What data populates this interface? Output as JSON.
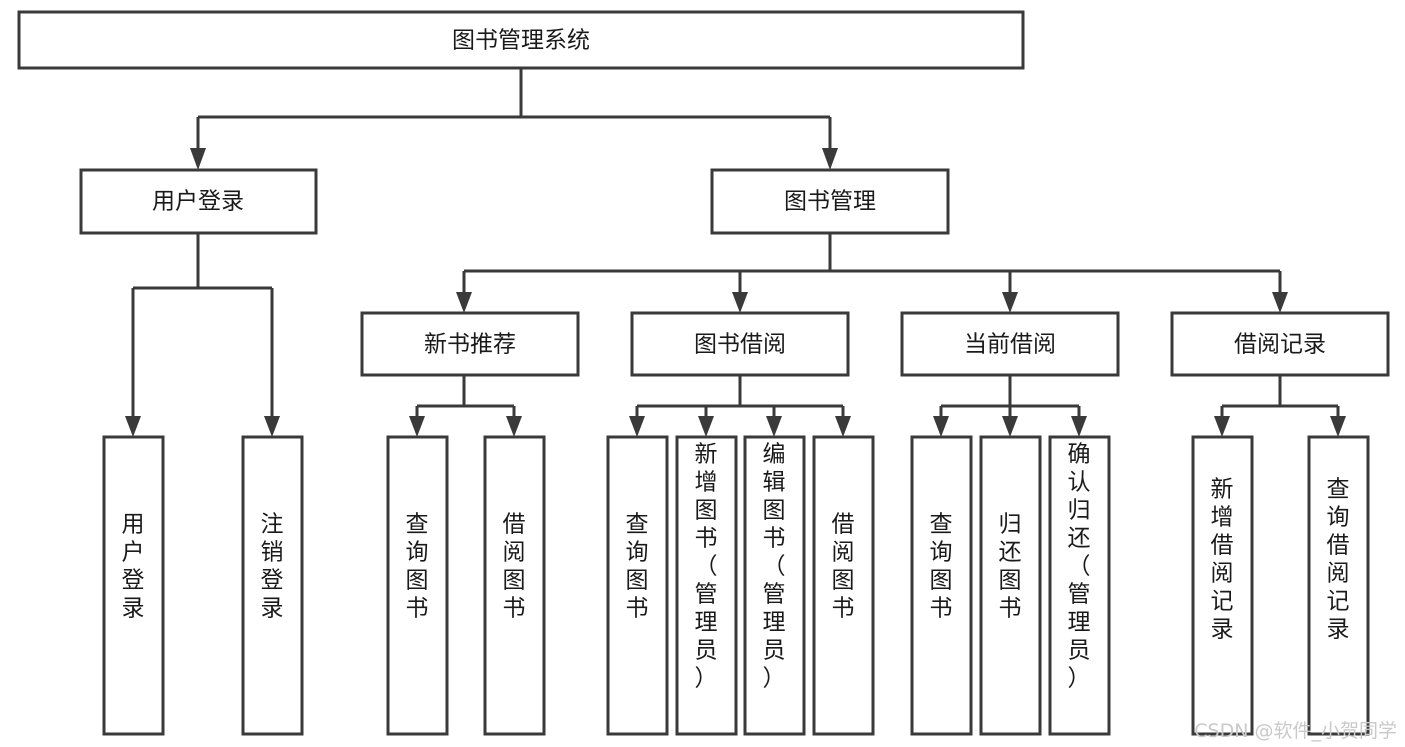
{
  "diagram": {
    "title": "图书管理系统",
    "type": "tree-hierarchy-chart",
    "colors": {
      "stroke": "#3a3a3a",
      "fill": "#ffffff",
      "text": "#1a1a1a",
      "watermark": "#c9c9c9"
    },
    "root": {
      "label": "图书管理系统"
    },
    "level2": [
      {
        "label": "用户登录"
      },
      {
        "label": "图书管理"
      }
    ],
    "level3": [
      {
        "label": "新书推荐"
      },
      {
        "label": "图书借阅"
      },
      {
        "label": "当前借阅"
      },
      {
        "label": "借阅记录"
      }
    ],
    "leaves": {
      "user_login": [
        {
          "label": "用户登录"
        },
        {
          "label": "注销登录"
        }
      ],
      "new_book_recommend": [
        {
          "label": "查询图书"
        },
        {
          "label": "借阅图书"
        }
      ],
      "book_borrow": [
        {
          "label": "查询图书"
        },
        {
          "label": "新增图书（管理员）"
        },
        {
          "label": "编辑图书（管理员）"
        },
        {
          "label": "借阅图书"
        }
      ],
      "current_borrow": [
        {
          "label": "查询图书"
        },
        {
          "label": "归还图书"
        },
        {
          "label": "确认归还（管理员）"
        }
      ],
      "borrow_record": [
        {
          "label": "新增借阅记录"
        },
        {
          "label": "查询借阅记录"
        }
      ]
    }
  },
  "watermark": {
    "text": "CSDN @软件_小贺同学"
  }
}
